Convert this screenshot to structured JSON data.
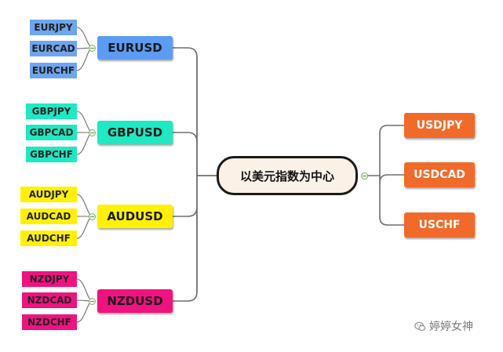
{
  "center": {
    "label": "以美元指数为中心"
  },
  "left_branches": [
    {
      "label": "EURUSD",
      "color": "#5b9cf4",
      "leaf_color": "#6fa5ee",
      "leaves": [
        "EURJPY",
        "EURCAD",
        "EURCHF"
      ]
    },
    {
      "label": "GBPUSD",
      "color": "#1de9c3",
      "leaf_color": "#1de9c3",
      "leaves": [
        "GBPJPY",
        "GBPCAD",
        "GBPCHF"
      ]
    },
    {
      "label": "AUDUSD",
      "color": "#fff200",
      "leaf_color": "#fff200",
      "leaves": [
        "AUDJPY",
        "AUDCAD",
        "AUDCHF"
      ]
    },
    {
      "label": "NZDUSD",
      "color": "#f0127f",
      "leaf_color": "#f0127f",
      "leaves": [
        "NZDJPY",
        "NZDCAD",
        "NZDCHF"
      ]
    }
  ],
  "right_branches": [
    {
      "label": "USDJPY",
      "color": "#f26a2a"
    },
    {
      "label": "USDCAD",
      "color": "#f26a2a"
    },
    {
      "label": "USCHF",
      "color": "#f26a2a"
    }
  ],
  "watermark": {
    "text": "婷婷女神",
    "icon": "wechat-bubble-icon"
  },
  "colors": {
    "line": "#6e6e6e",
    "center_fill": "#fbf1e6",
    "center_border": "#1a1a1a"
  }
}
